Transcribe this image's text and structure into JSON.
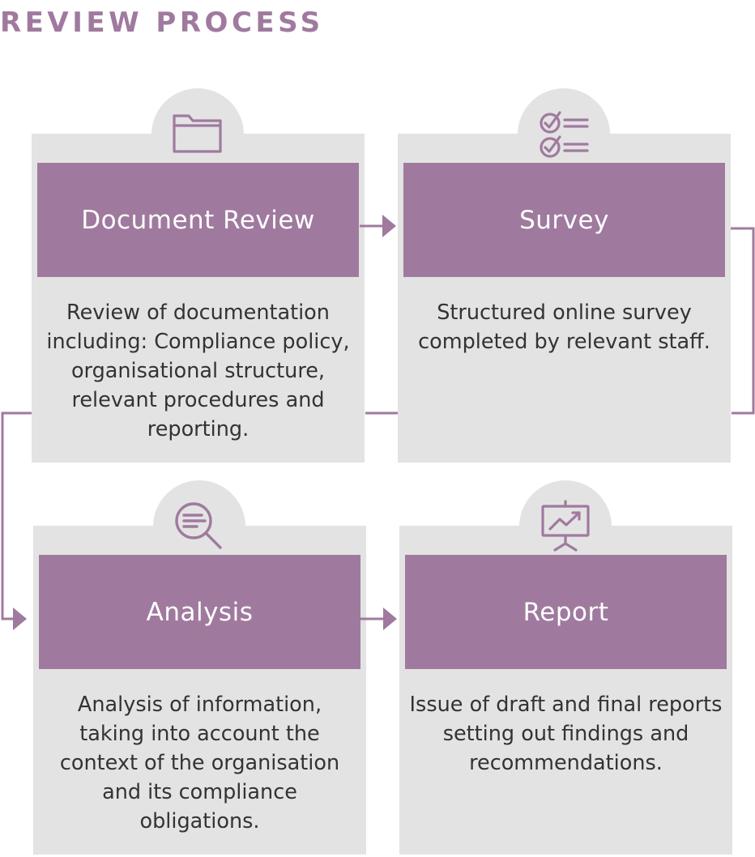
{
  "title": "REVIEW PROCESS",
  "colors": {
    "accent": "#9f7a9e",
    "card_bg": "#e3e3e3",
    "text": "#333333",
    "band_text": "#ffffff"
  },
  "steps": [
    {
      "heading": "Document Review",
      "icon": "folder-icon",
      "description": "Review of documentation including: Compliance policy, organisational structure, relevant procedures and reporting."
    },
    {
      "heading": "Survey",
      "icon": "checklist-icon",
      "description": "Structured online survey completed by relevant staff."
    },
    {
      "heading": "Analysis",
      "icon": "magnifier-icon",
      "description": "Analysis of information, taking into account the context of the organisation and its compliance obligations."
    },
    {
      "heading": "Report",
      "icon": "presentation-chart-icon",
      "description": "Issue of draft and final reports setting out findings and recommendations."
    }
  ],
  "flow": [
    {
      "from": "Document Review",
      "to": "Survey"
    },
    {
      "from": "Survey",
      "to": "Analysis"
    },
    {
      "from": "Analysis",
      "to": "Report"
    }
  ]
}
